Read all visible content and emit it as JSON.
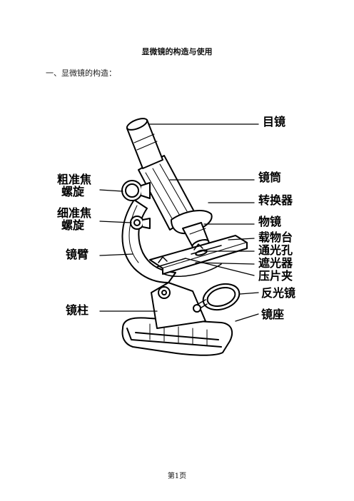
{
  "document": {
    "title": "显微镜的构造与使用",
    "section_heading": "一、显微镜的构造："
  },
  "figure": {
    "labels_right": [
      "目镜",
      "镜筒",
      "转换器",
      "物镜",
      "载物台",
      "通光孔",
      "遮光器",
      "压片夹",
      "反光镜",
      "镜座"
    ],
    "labels_left": [
      {
        "line1": "粗准焦",
        "line2": "螺旋"
      },
      {
        "line1": "细准焦",
        "line2": "螺旋"
      },
      {
        "line1": "镜臂",
        "line2": ""
      },
      {
        "line1": "镜柱",
        "line2": ""
      }
    ]
  },
  "footer": {
    "page_number": "第1页"
  }
}
